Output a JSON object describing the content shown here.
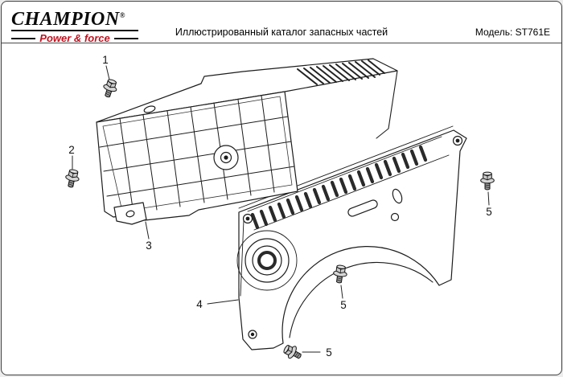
{
  "header": {
    "logo_text": "CHAMPION",
    "logo_reg": "®",
    "logo_tagline": "Power & force",
    "title": "Иллюстрированный каталог запасных частей",
    "model": "Модель: ST761E"
  },
  "colors": {
    "logo_red": "#c1121f",
    "line_ink": "#1c1c1c"
  },
  "diagram": {
    "callouts": [
      "1",
      "2",
      "3",
      "4",
      "5",
      "5",
      "5"
    ]
  }
}
